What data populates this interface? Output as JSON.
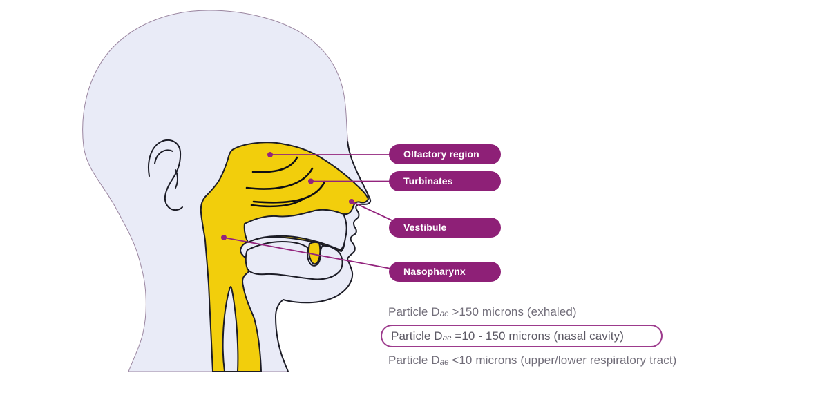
{
  "figure": {
    "title_none": "",
    "anatomy_labels": [
      {
        "text": "Olfactory region"
      },
      {
        "text": "Turbinates"
      },
      {
        "text": "Vestibule"
      },
      {
        "text": "Nasopharynx"
      }
    ],
    "particle_notes": [
      {
        "prefix": "Particle D",
        "subscript": "ae",
        "rest": " >150 microns (exhaled)",
        "highlighted": false
      },
      {
        "prefix": "Particle D",
        "subscript": "ae",
        "rest": " =10 - 150 microns (nasal cavity)",
        "highlighted": true
      },
      {
        "prefix": "Particle D",
        "subscript": "ae",
        "rest": " <10 microns (upper/lower respiratory tract)",
        "highlighted": false
      }
    ],
    "colors": {
      "label_pill": "#8E2077",
      "leader": "#93247D",
      "cavity_yellow": "#F2CE0C",
      "head_fill": "#E9EBF7",
      "note_text": "#716D79",
      "note_text_strong": "#5C5964",
      "highlight_border": "#9C3A8C",
      "outline_dark": "#1C1C26"
    }
  }
}
